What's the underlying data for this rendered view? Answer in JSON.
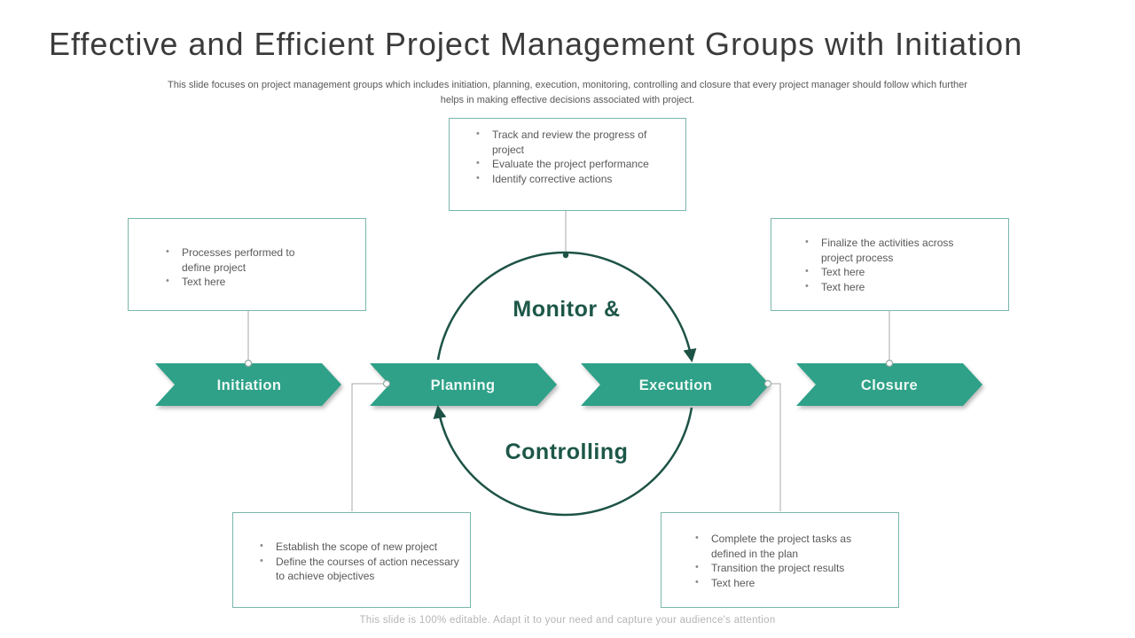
{
  "slide": {
    "title": "Effective and Efficient Project Management Groups with Initiation",
    "subtitle": "This slide focuses on project management groups which includes initiation, planning, execution, monitoring, controlling and closure that every project manager should follow which further helps in making effective decisions associated with project.",
    "footer": "This slide is 100% editable. Adapt it to your need and capture your audience's attention"
  },
  "cycle": {
    "top_label": "Monitor &",
    "bottom_label": "Controlling"
  },
  "stages": [
    {
      "label": "Initiation"
    },
    {
      "label": "Planning"
    },
    {
      "label": "Execution"
    },
    {
      "label": "Closure"
    }
  ],
  "callouts": {
    "monitoring": {
      "bullets": [
        "Track and review the progress of project",
        "Evaluate the project performance",
        "Identify corrective actions"
      ]
    },
    "initiation": {
      "bullets": [
        "Processes performed to define project",
        "Text here"
      ]
    },
    "closure": {
      "bullets": [
        "Finalize the activities across project process",
        "Text here",
        "Text here"
      ]
    },
    "planning": {
      "bullets": [
        "Establish the scope of new project",
        "Define the courses of action necessary to achieve objectives"
      ]
    },
    "execution": {
      "bullets": [
        "Complete the project tasks as defined in the plan",
        "Transition the project results",
        "Text here"
      ]
    }
  },
  "colors": {
    "stage_fill": "#2EA188",
    "cycle_stroke": "#1D5346",
    "box_border": "#79B7AB",
    "body_text": "#595959",
    "connector": "#A8A8A8"
  }
}
